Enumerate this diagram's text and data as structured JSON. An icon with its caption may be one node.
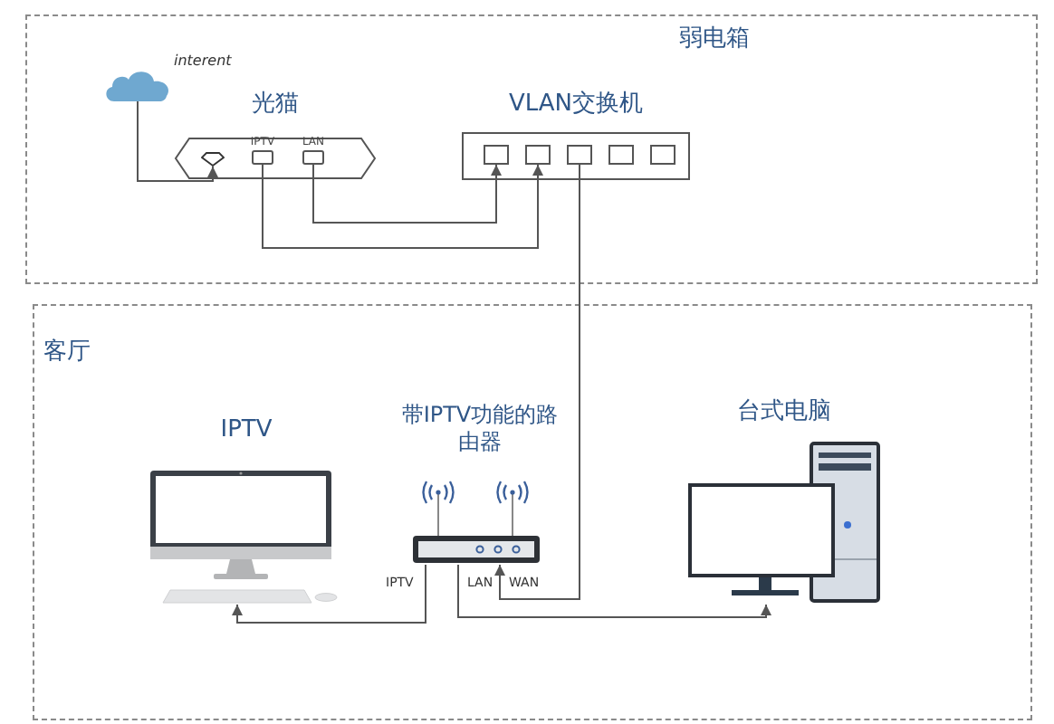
{
  "diagram": {
    "nodes": [
      {
        "text": [
          "弱电箱"
        ]
      },
      {
        "text": [],
        "shape": "cloud",
        "beside": [
          "interent"
        ],
        "in": 0
      },
      {
        "text": [
          "光猫"
        ],
        "in": 0
      },
      {
        "text": [],
        "shape": "pentagon",
        "in": 2
      },
      {
        "text": [
          "IPTV"
        ],
        "in": 2
      },
      {
        "text": [
          "LAN"
        ],
        "in": 2
      },
      {
        "text": [
          "VLAN交换机"
        ],
        "in": 0
      },
      {
        "text": [],
        "shape": "box",
        "in": 6
      },
      {
        "text": [],
        "shape": "box",
        "in": 6
      },
      {
        "text": [],
        "shape": "box",
        "in": 6
      },
      {
        "text": [],
        "shape": "box",
        "in": 6
      },
      {
        "text": [],
        "shape": "box",
        "in": 6
      },
      {
        "text": [
          "客厅"
        ]
      },
      {
        "text": [
          "IPTV"
        ],
        "in": 12
      },
      {
        "text": [
          "带IPTV功能的路由器"
        ],
        "in": 12
      },
      {
        "text": [
          "台式电脑"
        ],
        "in": 12
      }
    ],
    "edges": [
      {
        "from": 1,
        "to": 3,
        "arrow": "to"
      },
      {
        "from": 5,
        "to": 7,
        "arrow": "to"
      },
      {
        "from": 4,
        "to": 8,
        "arrow": "to"
      },
      {
        "from": 9,
        "to": 14,
        "arrow": "to",
        "label": "WAN"
      },
      {
        "from": 14,
        "to": 13,
        "arrow": "to",
        "label": "IPTV"
      },
      {
        "from": 14,
        "to": 15,
        "arrow": "to",
        "label": "LAN"
      }
    ]
  }
}
